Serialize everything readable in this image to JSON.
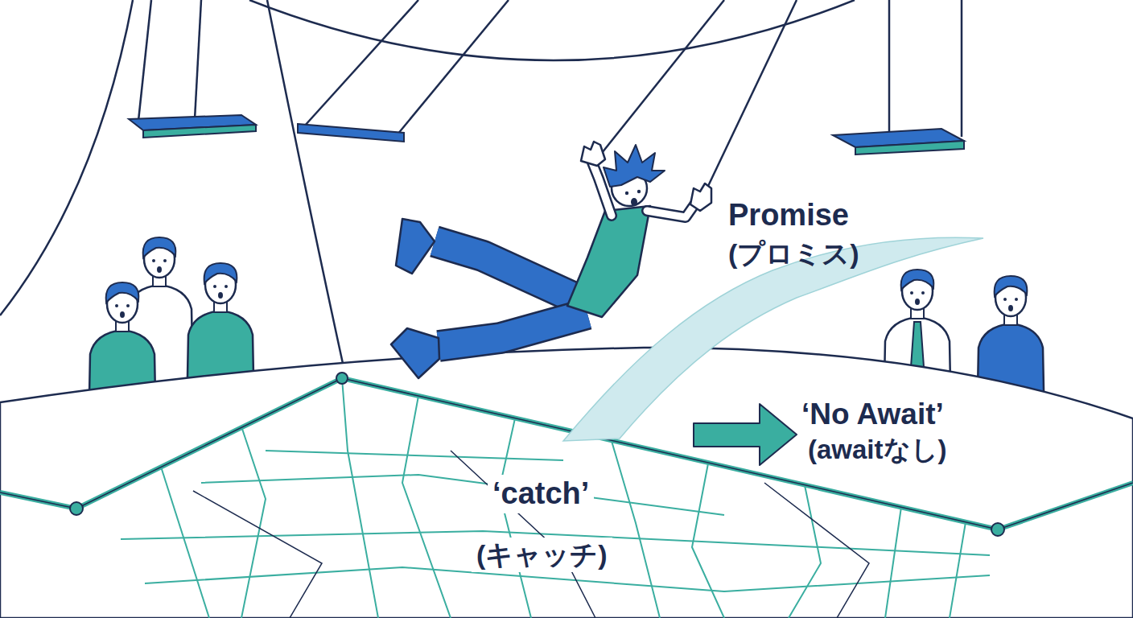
{
  "diagram": {
    "labels": [
      "Promise",
      "(プロミス)",
      "‘No Await’",
      "(awaitなし)",
      "‘catch’",
      "(キャッチ)"
    ]
  }
}
